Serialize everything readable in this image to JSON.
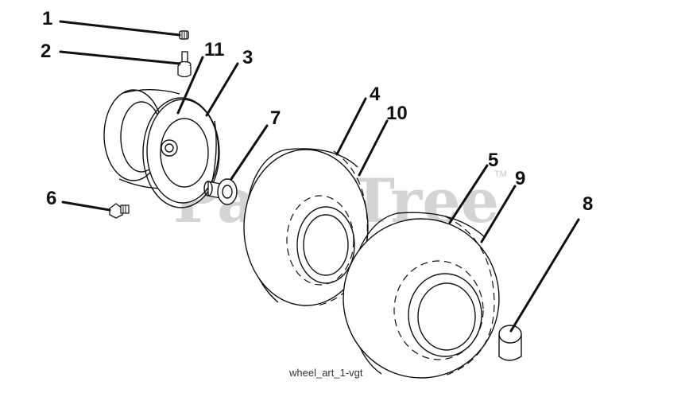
{
  "watermark": {
    "text": "PartsTree",
    "trademark": "TM"
  },
  "caption": "wheel_art_1-vgt",
  "callouts": {
    "c1": "1",
    "c2": "2",
    "c3": "3",
    "c4": "4",
    "c5": "5",
    "c6": "6",
    "c7": "7",
    "c8": "8",
    "c9": "9",
    "c10": "10",
    "c11": "11"
  }
}
